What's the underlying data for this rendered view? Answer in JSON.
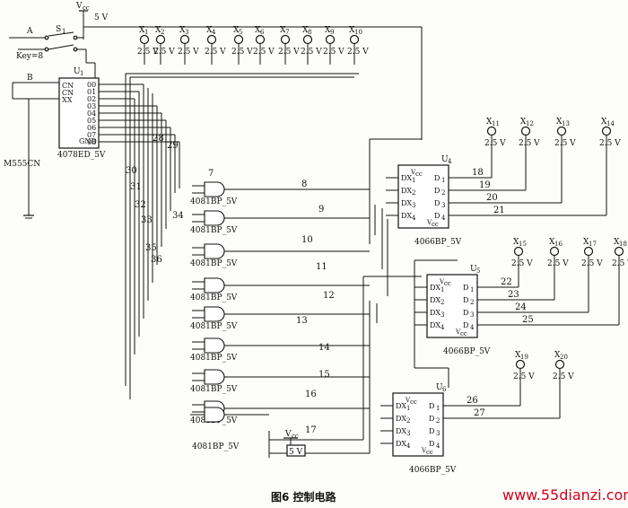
{
  "caption": "图6   控制电路",
  "watermark": "www.55dianzi.com",
  "supply": {
    "vcc": "V",
    "vcc_sub": "cc",
    "volt": "5 V"
  },
  "inputs": {
    "a": "A",
    "b": "B",
    "switch": "S",
    "switch_sub": "1",
    "key": "Key=8"
  },
  "left_chip": {
    "label": "M555CN"
  },
  "u1": {
    "ref": "U",
    "ref_sub": "1",
    "part": "4078ED_5V",
    "pins_left": [
      "CN",
      "CN",
      "XX"
    ],
    "pins_right": [
      "00",
      "01",
      "02",
      "03",
      "04",
      "05",
      "06",
      "07",
      "08"
    ],
    "gnd": "GND"
  },
  "gate_part": "4081BP_5V",
  "lamp_volt": "2.5 V",
  "lamp_prefix": "X",
  "top_lamps": [
    "1",
    "2",
    "3",
    "4",
    "5",
    "6",
    "7",
    "8",
    "9",
    "10"
  ],
  "right_lamps_1": [
    "11",
    "12",
    "13",
    "14"
  ],
  "right_lamps_2": [
    "15",
    "16",
    "17",
    "18"
  ],
  "right_lamps_3": [
    "19",
    "20"
  ],
  "u4": {
    "ref": "U",
    "ref_sub": "4",
    "part": "4066BP_5V"
  },
  "u5": {
    "ref": "U",
    "ref_sub": "5",
    "part": "4066BP_5V"
  },
  "u6": {
    "ref": "U",
    "ref_sub": "6",
    "part": "4066BP_5V"
  },
  "switch_pins": {
    "dx": [
      "DX",
      "DX",
      "DX",
      "DX"
    ],
    "dx_sub": [
      "1",
      "2",
      "3",
      "4"
    ],
    "d": [
      "D",
      "D",
      "D",
      "D"
    ],
    "d_sub": [
      "1",
      "2",
      "3",
      "4"
    ],
    "vcc": "V",
    "vcc_sub": "cc"
  },
  "vcc_small": {
    "label": "V",
    "sub": "cc",
    "volt": "5 V"
  },
  "net_numbers": {
    "upper": [
      "28",
      "29",
      "30",
      "31",
      "32",
      "33",
      "34",
      "35",
      "36"
    ],
    "gate": [
      "7",
      "8",
      "9",
      "10",
      "11",
      "12",
      "13",
      "14",
      "15",
      "16",
      "17"
    ],
    "u4_out": [
      "18",
      "19",
      "20",
      "21"
    ],
    "u5_out": [
      "22",
      "23",
      "24",
      "25"
    ],
    "u6_out": [
      "26",
      "27"
    ]
  }
}
